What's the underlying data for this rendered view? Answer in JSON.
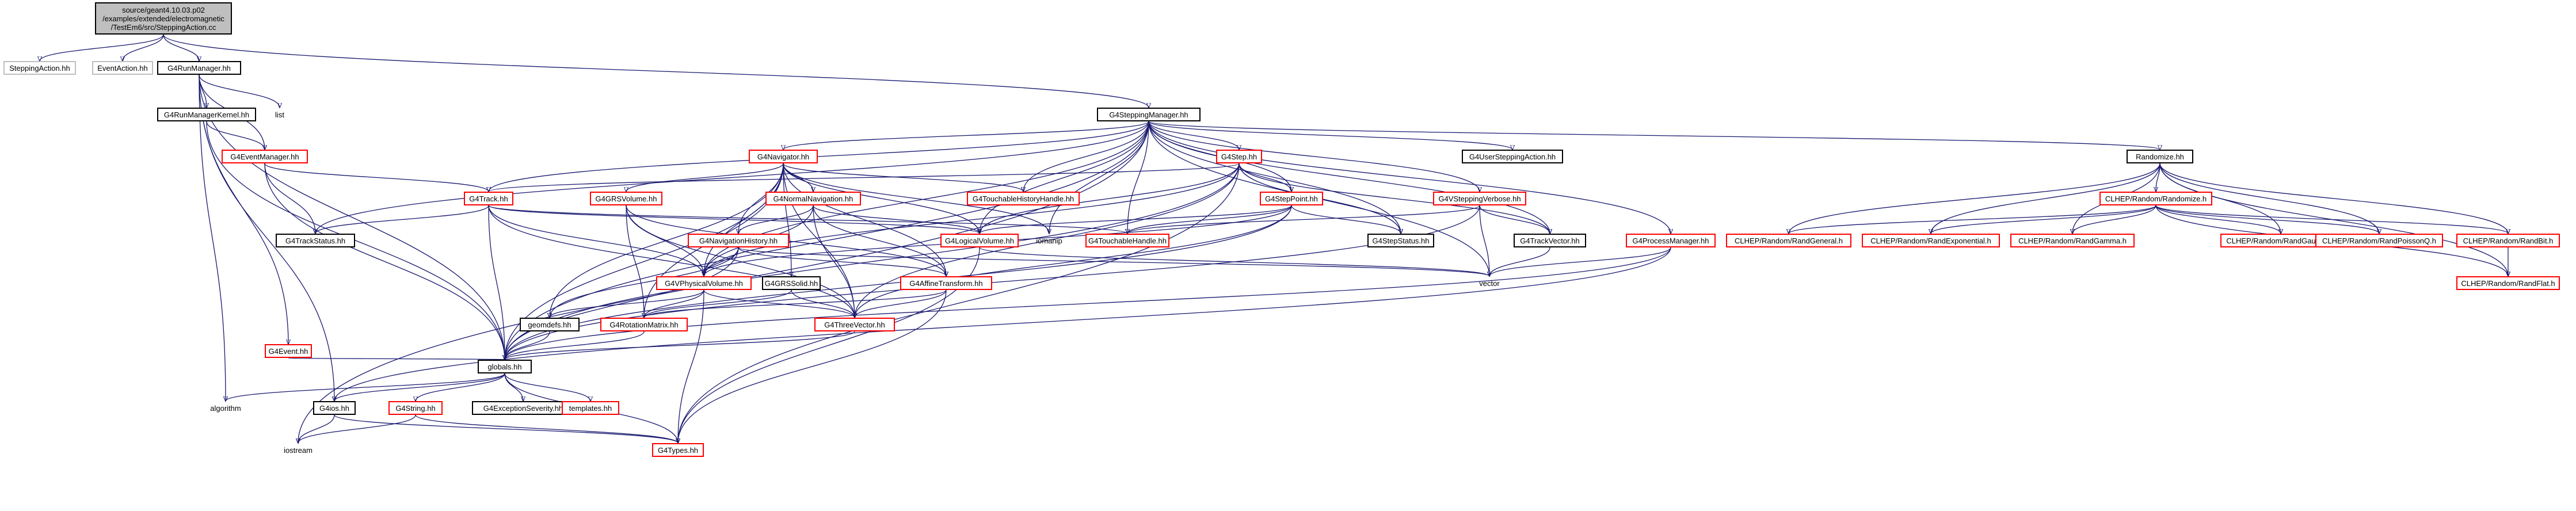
{
  "colors": {
    "edge": "#191970",
    "red_border": "#ff0000",
    "black_border": "#000000",
    "root_fill": "#bfbfbf"
  },
  "root": {
    "lines": [
      "source/geant4.10.03.p02",
      "/examples/extended/electromagnetic",
      "/TestEm6/src/SteppingAction.cc"
    ]
  },
  "nodes": [
    {
      "id": "SteppingAction",
      "label": "SteppingAction.hh",
      "style": "gray"
    },
    {
      "id": "EventAction",
      "label": "EventAction.hh",
      "style": "gray"
    },
    {
      "id": "G4RunManager",
      "label": "G4RunManager.hh",
      "style": "black"
    },
    {
      "id": "G4SteppingManager",
      "label": "G4SteppingManager.hh",
      "style": "black"
    },
    {
      "id": "G4RunManagerKernel",
      "label": "G4RunManagerKernel.hh",
      "style": "black"
    },
    {
      "id": "list",
      "label": "list",
      "style": "plain"
    },
    {
      "id": "G4EventManager",
      "label": "G4EventManager.hh",
      "style": "red"
    },
    {
      "id": "G4Navigator",
      "label": "G4Navigator.hh",
      "style": "red"
    },
    {
      "id": "G4Step",
      "label": "G4Step.hh",
      "style": "red"
    },
    {
      "id": "G4UserSteppingAction",
      "label": "G4UserSteppingAction.hh",
      "style": "black"
    },
    {
      "id": "Randomize",
      "label": "Randomize.hh",
      "style": "black"
    },
    {
      "id": "G4TouchableHistoryHandle",
      "label": "G4TouchableHistoryHandle.hh",
      "style": "red"
    },
    {
      "id": "G4Track",
      "label": "G4Track.hh",
      "style": "red"
    },
    {
      "id": "G4GRSVolume",
      "label": "G4GRSVolume.hh",
      "style": "red"
    },
    {
      "id": "G4NormalNavigation",
      "label": "G4NormalNavigation.hh",
      "style": "red"
    },
    {
      "id": "G4StepPoint",
      "label": "G4StepPoint.hh",
      "style": "red"
    },
    {
      "id": "G4VSteppingVerbose",
      "label": "G4VSteppingVerbose.hh",
      "style": "red"
    },
    {
      "id": "CLHEPRandomize",
      "label": "CLHEP/Random/Randomize.h",
      "style": "red"
    },
    {
      "id": "G4TrackStatus",
      "label": "G4TrackStatus.hh",
      "style": "black"
    },
    {
      "id": "G4LogicalVolume",
      "label": "G4LogicalVolume.hh",
      "style": "red"
    },
    {
      "id": "iomanip",
      "label": "iomanip",
      "style": "plain"
    },
    {
      "id": "G4TouchableHandle",
      "label": "G4TouchableHandle.hh",
      "style": "red"
    },
    {
      "id": "G4StepStatus",
      "label": "G4StepStatus.hh",
      "style": "black"
    },
    {
      "id": "G4TrackVector",
      "label": "G4TrackVector.hh",
      "style": "black"
    },
    {
      "id": "G4ProcessManager",
      "label": "G4ProcessManager.hh",
      "style": "red"
    },
    {
      "id": "RandGeneral",
      "label": "CLHEP/Random/RandGeneral.h",
      "style": "red"
    },
    {
      "id": "RandExponential",
      "label": "CLHEP/Random/RandExponential.h",
      "style": "red"
    },
    {
      "id": "RandGamma",
      "label": "CLHEP/Random/RandGamma.h",
      "style": "red"
    },
    {
      "id": "RandGaussQ",
      "label": "CLHEP/Random/RandGaussQ.h",
      "style": "red"
    },
    {
      "id": "RandPoissonQ",
      "label": "CLHEP/Random/RandPoissonQ.h",
      "style": "red"
    },
    {
      "id": "RandBit",
      "label": "CLHEP/Random/RandBit.h",
      "style": "red"
    },
    {
      "id": "G4NavigationHistory",
      "label": "G4NavigationHistory.hh",
      "style": "red"
    },
    {
      "id": "G4GRSSolid",
      "label": "G4GRSSolid.hh",
      "style": "black"
    },
    {
      "id": "G4AffineTransform",
      "label": "G4AffineTransform.hh",
      "style": "red"
    },
    {
      "id": "vector",
      "label": "vector",
      "style": "plain"
    },
    {
      "id": "G4VPhysicalVolume",
      "label": "G4VPhysicalVolume.hh",
      "style": "red"
    },
    {
      "id": "RandFlat",
      "label": "CLHEP/Random/RandFlat.h",
      "style": "red"
    },
    {
      "id": "geomdefs",
      "label": "geomdefs.hh",
      "style": "black"
    },
    {
      "id": "G4RotationMatrix",
      "label": "G4RotationMatrix.hh",
      "style": "red"
    },
    {
      "id": "G4ThreeVector",
      "label": "G4ThreeVector.hh",
      "style": "red"
    },
    {
      "id": "G4Event",
      "label": "G4Event.hh",
      "style": "red"
    },
    {
      "id": "globals",
      "label": "globals.hh",
      "style": "black"
    },
    {
      "id": "algorithm",
      "label": "algorithm",
      "style": "plain"
    },
    {
      "id": "G4ios",
      "label": "G4ios.hh",
      "style": "black"
    },
    {
      "id": "G4String",
      "label": "G4String.hh",
      "style": "red"
    },
    {
      "id": "G4ExceptionSeverity",
      "label": "G4ExceptionSeverity.hh",
      "style": "black"
    },
    {
      "id": "templates",
      "label": "templates.hh",
      "style": "red"
    },
    {
      "id": "iostream",
      "label": "iostream",
      "style": "plain"
    },
    {
      "id": "G4Types",
      "label": "G4Types.hh",
      "style": "red"
    }
  ],
  "edges": [
    [
      "root",
      "SteppingAction"
    ],
    [
      "root",
      "EventAction"
    ],
    [
      "root",
      "G4RunManager"
    ],
    [
      "root",
      "G4SteppingManager"
    ],
    [
      "G4RunManager",
      "G4RunManagerKernel"
    ],
    [
      "G4RunManager",
      "list"
    ],
    [
      "G4RunManager",
      "G4EventManager"
    ],
    [
      "G4RunManager",
      "G4Event"
    ],
    [
      "G4RunManager",
      "globals"
    ],
    [
      "G4RunManager",
      "algorithm"
    ],
    [
      "G4RunManager",
      "G4ios"
    ],
    [
      "G4RunManagerKernel",
      "G4EventManager"
    ],
    [
      "G4RunManagerKernel",
      "globals"
    ],
    [
      "G4EventManager",
      "G4Track"
    ],
    [
      "G4EventManager",
      "G4TrackStatus"
    ],
    [
      "G4EventManager",
      "globals"
    ],
    [
      "G4SteppingManager",
      "G4Navigator"
    ],
    [
      "G4SteppingManager",
      "G4Step"
    ],
    [
      "G4SteppingManager",
      "G4UserSteppingAction"
    ],
    [
      "G4SteppingManager",
      "Randomize"
    ],
    [
      "G4SteppingManager",
      "G4TouchableHistoryHandle"
    ],
    [
      "G4SteppingManager",
      "G4VSteppingVerbose"
    ],
    [
      "G4SteppingManager",
      "G4ProcessManager"
    ],
    [
      "G4SteppingManager",
      "G4LogicalVolume"
    ],
    [
      "G4SteppingManager",
      "G4TouchableHandle"
    ],
    [
      "G4SteppingManager",
      "G4StepStatus"
    ],
    [
      "G4SteppingManager",
      "G4TrackVector"
    ],
    [
      "G4SteppingManager",
      "G4Track"
    ],
    [
      "G4SteppingManager",
      "G4TrackStatus"
    ],
    [
      "G4SteppingManager",
      "vector"
    ],
    [
      "G4SteppingManager",
      "G4VPhysicalVolume"
    ],
    [
      "G4SteppingManager",
      "G4StepPoint"
    ],
    [
      "G4SteppingManager",
      "iomanip"
    ],
    [
      "G4SteppingManager",
      "globals"
    ],
    [
      "G4SteppingManager",
      "iostream"
    ],
    [
      "G4Navigator",
      "G4GRSVolume"
    ],
    [
      "G4Navigator",
      "G4NormalNavigation"
    ],
    [
      "G4Navigator",
      "G4NavigationHistory"
    ],
    [
      "G4Navigator",
      "G4TouchableHistoryHandle"
    ],
    [
      "G4Navigator",
      "G4LogicalVolume"
    ],
    [
      "G4Navigator",
      "G4VPhysicalVolume"
    ],
    [
      "G4Navigator",
      "G4AffineTransform"
    ],
    [
      "G4Navigator",
      "G4RotationMatrix"
    ],
    [
      "G4Navigator",
      "G4ThreeVector"
    ],
    [
      "G4Navigator",
      "geomdefs"
    ],
    [
      "G4Navigator",
      "iomanip"
    ],
    [
      "G4Navigator",
      "globals"
    ],
    [
      "G4Navigator",
      "G4GRSSolid"
    ],
    [
      "G4Step",
      "G4StepPoint"
    ],
    [
      "G4Step",
      "G4Track"
    ],
    [
      "G4Step",
      "G4StepStatus"
    ],
    [
      "G4Step",
      "G4TrackVector"
    ],
    [
      "G4Step",
      "G4LogicalVolume"
    ],
    [
      "G4Step",
      "G4VPhysicalVolume"
    ],
    [
      "G4Step",
      "G4ThreeVector"
    ],
    [
      "G4Step",
      "G4Types"
    ],
    [
      "G4Step",
      "globals"
    ],
    [
      "G4Track",
      "G4TrackStatus"
    ],
    [
      "G4Track",
      "G4LogicalVolume"
    ],
    [
      "G4Track",
      "G4VPhysicalVolume"
    ],
    [
      "G4Track",
      "G4ThreeVector"
    ],
    [
      "G4Track",
      "G4TouchableHandle"
    ],
    [
      "G4Track",
      "globals"
    ],
    [
      "G4GRSVolume",
      "G4VPhysicalVolume"
    ],
    [
      "G4GRSVolume",
      "G4RotationMatrix"
    ],
    [
      "G4GRSVolume",
      "G4ThreeVector"
    ],
    [
      "G4GRSVolume",
      "G4AffineTransform"
    ],
    [
      "G4NormalNavigation",
      "G4NavigationHistory"
    ],
    [
      "G4NormalNavigation",
      "G4LogicalVolume"
    ],
    [
      "G4NormalNavigation",
      "G4VPhysicalVolume"
    ],
    [
      "G4NormalNavigation",
      "G4ThreeVector"
    ],
    [
      "G4NormalNavigation",
      "G4AffineTransform"
    ],
    [
      "G4StepPoint",
      "G4StepStatus"
    ],
    [
      "G4StepPoint",
      "G4TouchableHandle"
    ],
    [
      "G4StepPoint",
      "G4LogicalVolume"
    ],
    [
      "G4StepPoint",
      "G4VPhysicalVolume"
    ],
    [
      "G4StepPoint",
      "G4ThreeVector"
    ],
    [
      "G4StepPoint",
      "globals"
    ],
    [
      "G4VSteppingVerbose",
      "G4TouchableHandle"
    ],
    [
      "G4VSteppingVerbose",
      "G4TrackVector"
    ],
    [
      "G4VSteppingVerbose",
      "vector"
    ],
    [
      "G4VSteppingVerbose",
      "globals"
    ],
    [
      "Randomize",
      "CLHEPRandomize"
    ],
    [
      "Randomize",
      "RandGeneral"
    ],
    [
      "Randomize",
      "RandExponential"
    ],
    [
      "Randomize",
      "RandGamma"
    ],
    [
      "Randomize",
      "RandGaussQ"
    ],
    [
      "Randomize",
      "RandPoissonQ"
    ],
    [
      "Randomize",
      "RandBit"
    ],
    [
      "Randomize",
      "RandFlat"
    ],
    [
      "CLHEPRandomize",
      "RandGeneral"
    ],
    [
      "CLHEPRandomize",
      "RandExponential"
    ],
    [
      "CLHEPRandomize",
      "RandGamma"
    ],
    [
      "CLHEPRandomize",
      "RandGaussQ"
    ],
    [
      "CLHEPRandomize",
      "RandPoissonQ"
    ],
    [
      "CLHEPRandomize",
      "RandBit"
    ],
    [
      "CLHEPRandomize",
      "RandFlat"
    ],
    [
      "RandBit",
      "RandFlat"
    ],
    [
      "G4TrackVector",
      "vector"
    ],
    [
      "G4ProcessManager",
      "vector"
    ],
    [
      "G4ProcessManager",
      "globals"
    ],
    [
      "G4ProcessManager",
      "G4ios"
    ],
    [
      "G4LogicalVolume",
      "vector"
    ],
    [
      "G4LogicalVolume",
      "G4Types"
    ],
    [
      "G4NavigationHistory",
      "G4AffineTransform"
    ],
    [
      "G4NavigationHistory",
      "G4VPhysicalVolume"
    ],
    [
      "G4NavigationHistory",
      "geomdefs"
    ],
    [
      "G4NavigationHistory",
      "globals"
    ],
    [
      "G4NavigationHistory",
      "vector"
    ],
    [
      "G4GRSSolid",
      "G4RotationMatrix"
    ],
    [
      "G4GRSSolid",
      "G4ThreeVector"
    ],
    [
      "G4AffineTransform",
      "G4ThreeVector"
    ],
    [
      "G4AffineTransform",
      "G4RotationMatrix"
    ],
    [
      "G4AffineTransform",
      "G4Types"
    ],
    [
      "G4VPhysicalVolume",
      "G4RotationMatrix"
    ],
    [
      "G4VPhysicalVolume",
      "G4ThreeVector"
    ],
    [
      "G4VPhysicalVolume",
      "geomdefs"
    ],
    [
      "G4VPhysicalVolume",
      "G4Types"
    ],
    [
      "geomdefs",
      "globals"
    ],
    [
      "G4RotationMatrix",
      "globals"
    ],
    [
      "G4ThreeVector",
      "globals"
    ],
    [
      "G4Event",
      "globals"
    ],
    [
      "globals",
      "G4ios"
    ],
    [
      "globals",
      "G4String"
    ],
    [
      "globals",
      "G4ExceptionSeverity"
    ],
    [
      "globals",
      "templates"
    ],
    [
      "globals",
      "G4Types"
    ],
    [
      "globals",
      "algorithm"
    ],
    [
      "G4ios",
      "iostream"
    ],
    [
      "G4ios",
      "G4Types"
    ],
    [
      "G4String",
      "iostream"
    ],
    [
      "G4String",
      "G4Types"
    ]
  ]
}
